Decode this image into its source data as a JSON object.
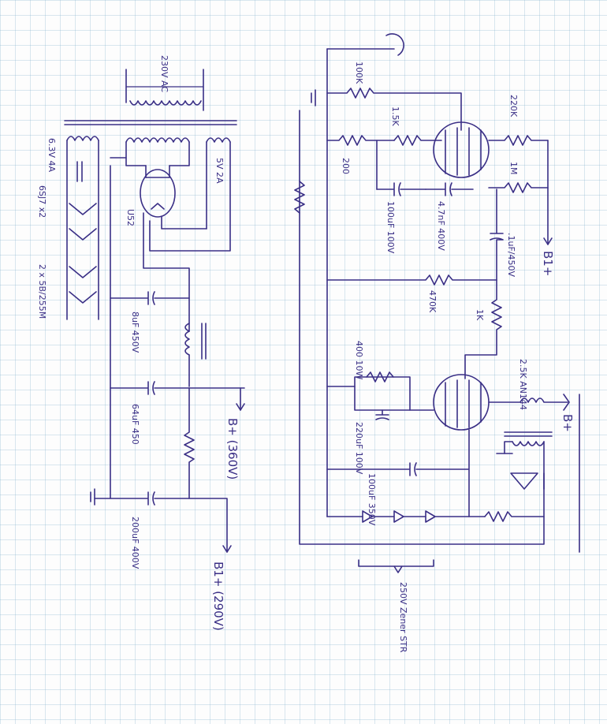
{
  "labels": {
    "mains": "230V AC",
    "heater": "6.3V 4A",
    "tubes_out": "6SJ7 x2",
    "tubes_2": "2 x 5B/255M",
    "rect_fil": "5V 2A",
    "rectifier": "U52",
    "cap1": "8uF 450V",
    "cap2": "64uF 450",
    "cap3": "200uF 400V",
    "b_plus": "B+ (360V)",
    "b1_plus": "B1+ (290V)",
    "r_100k": "100K",
    "r_15k": "1.5K",
    "r_200": "200",
    "c_100uf_100v": "100uF 100V",
    "c_47nf": "4.7nF 400V",
    "r_220k": "220K",
    "r_1m": "1M",
    "b1_out": "B1+",
    "c_01uf": ".1uF/450V",
    "r_470k": "470K",
    "r_1k": "1K",
    "r_400": "400 10W",
    "c_220uf": "220uF 100V",
    "xfmr": "2.5K AN144",
    "b_plus_out": "B+",
    "c_100uf_350": "100uF 350V",
    "zener": "250V Zener STR"
  }
}
